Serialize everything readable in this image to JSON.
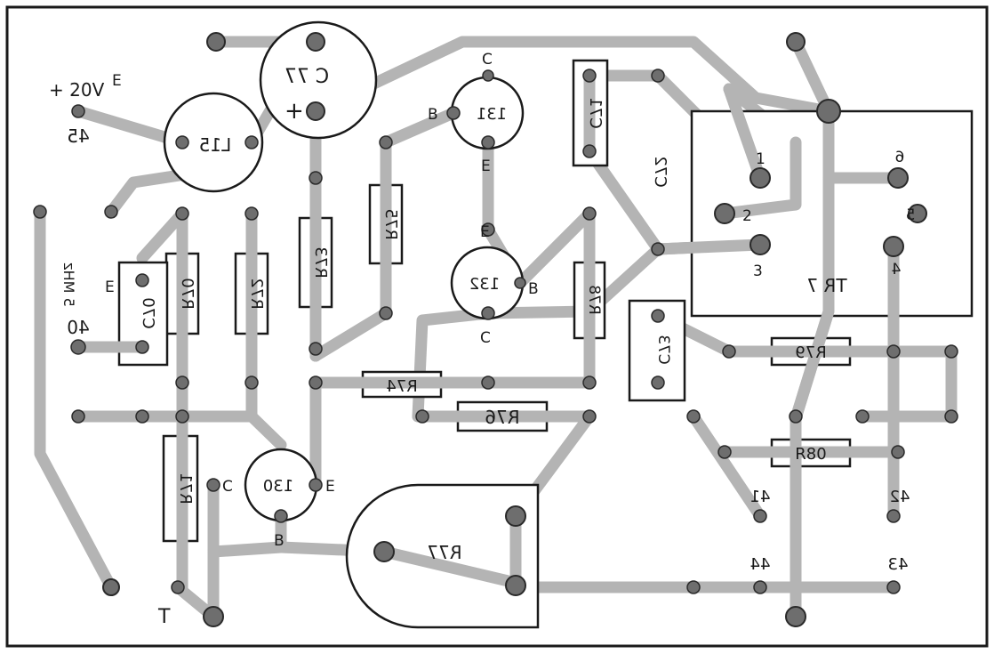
{
  "labels": {
    "c77": "C 77",
    "plus": "+",
    "v20": "+ 20V",
    "sup_e1": "E",
    "n45": "45",
    "l15": "L15",
    "c71": "C71",
    "c72": "C72",
    "t131": "131",
    "t131_b": "B",
    "t131_c": "C",
    "t131_e": "E",
    "r75": "R75",
    "r73": "R73",
    "r72": "R72",
    "r70": "R70",
    "c70": "C70",
    "mhz": "5 MHz",
    "sup_e2": "E",
    "n40": "40",
    "t132": "132",
    "t132_e": "E",
    "t132_b": "B",
    "t132_c": "C",
    "r78": "R78",
    "c73": "C73",
    "tr7": "TR 7",
    "p1": "1",
    "p2": "2",
    "p3": "3",
    "p6": "6",
    "p5": "5",
    "p4": "4",
    "r79": "R79",
    "r74": "R74",
    "r76": "R76",
    "r80": "R80",
    "r71": "R71",
    "t130": "130",
    "t130_c": "C",
    "t130_e": "E",
    "t130_b": "B",
    "r77": "R77",
    "n41": "41",
    "n42": "42",
    "n44": "44",
    "n43": "43",
    "gnd": "T"
  }
}
